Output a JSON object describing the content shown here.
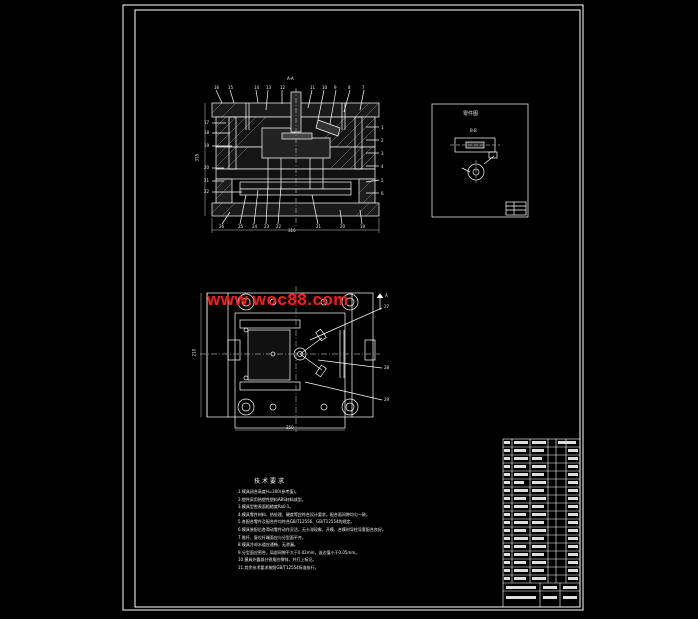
{
  "drawing": {
    "section_label": "A-A",
    "detail_title": "零件图",
    "detail_section_label": "B-B",
    "dim_top_width": "316",
    "dim_top_height": "315",
    "dim_plan_width": "250",
    "dim_plan_height": "210",
    "view_arrow": "A",
    "plan_callouts": [
      "27",
      "28",
      "29"
    ],
    "watermark": "www.woc88.com",
    "tech_title": "技术要求",
    "tech_lines": [
      "1.模具闭合高度H=300(参考值)。",
      "2.塑件采用热塑性塑料ABS材料成型。",
      "3.模具型腔表面粗糙度Ra0.1。",
      "4.模具零件材料、热处理、硬度等应符合设计要求，配合面间隙均匀一致。",
      "5.各配合零件及配合件均符合GB/T12556、GB/T12554的规定。",
      "6.模具装配后各滑动零件动作灵活，无卡滞现象，开模、合模时导柱导套配合良好。",
      "7.推杆、复位杆端面应与分型面平齐。",
      "8.模具冷却水道应通畅，无渗漏。",
      "9.分型面应密合，局部间隙不大于0.02mm，溢边值小于0.05mm。",
      "10.模具外露部分锐角应倒钝，并打上标记。",
      "11.其余技术要求按照GB/T12554标准执行。"
    ]
  }
}
